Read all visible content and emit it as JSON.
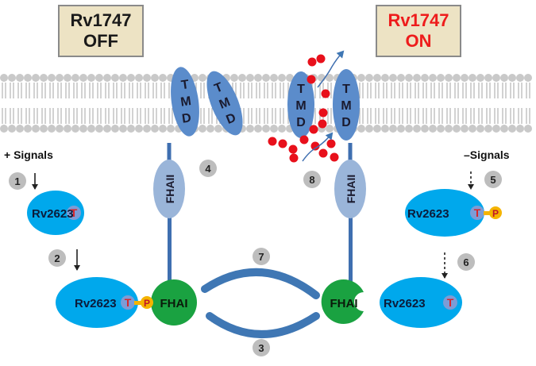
{
  "off_box": {
    "line1": "Rv1747",
    "line2": "OFF"
  },
  "on_box": {
    "line1": "Rv1747",
    "line2": "ON"
  },
  "labels": {
    "tmd_letters": [
      "T",
      "M",
      "D"
    ],
    "fhaii": "FHAII",
    "fhai": "FHAI",
    "rv2623": "Rv2623",
    "threonine": "T",
    "phosphate": "P",
    "plus_signals": "+ Signals",
    "minus_signals": "–Signals"
  },
  "steps": [
    "1",
    "2",
    "3",
    "4",
    "5",
    "6",
    "7",
    "8"
  ],
  "colors": {
    "tmd": "#5b8ccb",
    "fhaii": "#9ab5d9",
    "stalk": "#3f6fb0",
    "fhai": "#1aa241",
    "rv2623": "#00a8ec",
    "phospho": "#f5b400",
    "threonine_text": "#d8262b",
    "cycle_arrow": "#3f77b4",
    "ligand_dot": "#e8101b",
    "step_circle": "#bdbdbd"
  }
}
